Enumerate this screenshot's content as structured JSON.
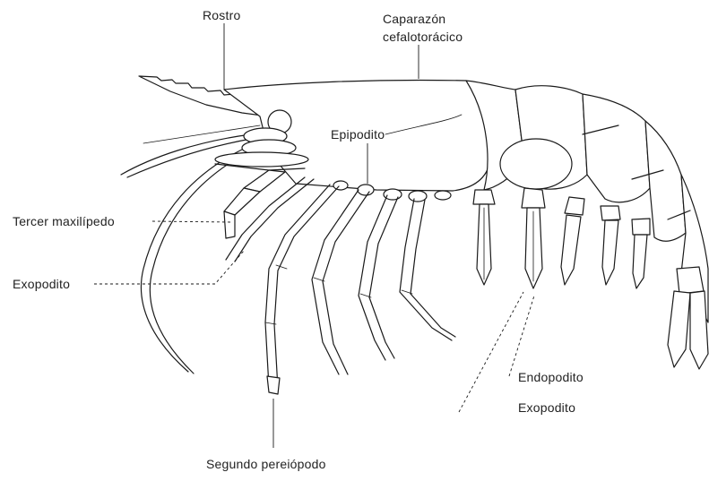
{
  "labels": {
    "rostro": "Rostro",
    "caparazon_line1": "Caparazón",
    "caparazon_line2": "cefalotorácico",
    "epipodito": "Epipodito",
    "tercer_maxilipedo": "Tercer maxilípedo",
    "exopodito_left": "Exopodito",
    "endopodito": "Endopodito",
    "exopodito_right": "Exopodito",
    "segundo_pereiopodo": "Segundo pereiópodo"
  }
}
